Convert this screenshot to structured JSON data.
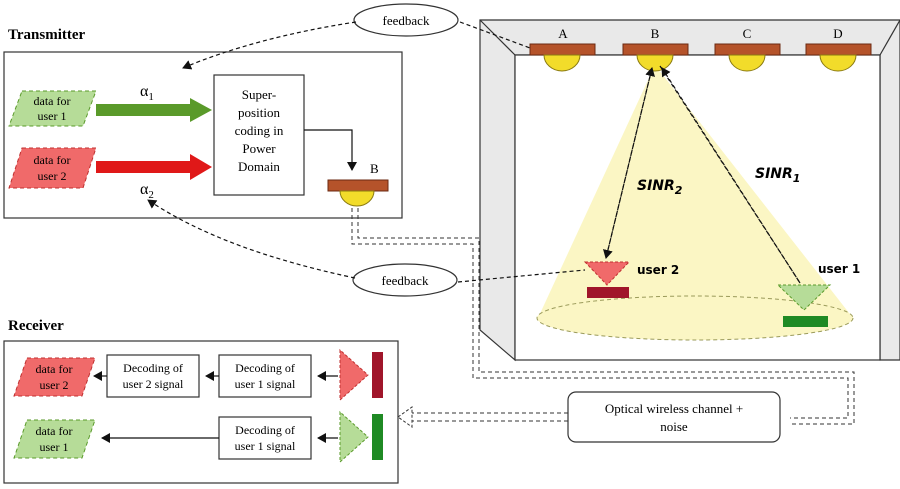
{
  "transmitter": {
    "title": "Transmitter",
    "input1": [
      "data for",
      "user 1"
    ],
    "input2": [
      "data for",
      "user 2"
    ],
    "alpha1": "α1",
    "alpha2": "α2",
    "coding_box": [
      "Super-",
      "position",
      "coding in",
      "Power",
      "Domain"
    ],
    "led_label": "B"
  },
  "room": {
    "leds": [
      "A",
      "B",
      "C",
      "D"
    ],
    "sinr1": "SINR1",
    "sinr2": "SINR2",
    "user1": "user 1",
    "user2": "user 2"
  },
  "feedback_top": "feedback",
  "feedback_mid": "feedback",
  "channel": [
    "Optical wireless channel +",
    "noise"
  ],
  "receiver": {
    "title": "Receiver",
    "output2": [
      "data for",
      "user 2"
    ],
    "output1": [
      "data for",
      "user 1"
    ],
    "dec_user2": [
      "Decoding of",
      "user 2 signal"
    ],
    "dec_user1_a": [
      "Decoding of",
      "user 1 signal"
    ],
    "dec_user1_b": [
      "Decoding of",
      "user 1 signal"
    ]
  },
  "colors": {
    "green_fill": "#b6dc98",
    "green_arrow": "#5a9a2a",
    "red_fill": "#f06a6a",
    "red_arrow": "#e01818",
    "led_brown": "#b5532a",
    "led_yellow": "#f2dc2a",
    "beam": "#fbf6c4",
    "room_side": "#e9e9e9",
    "dark_red": "#a0152a",
    "dark_green": "#1f8a24"
  }
}
